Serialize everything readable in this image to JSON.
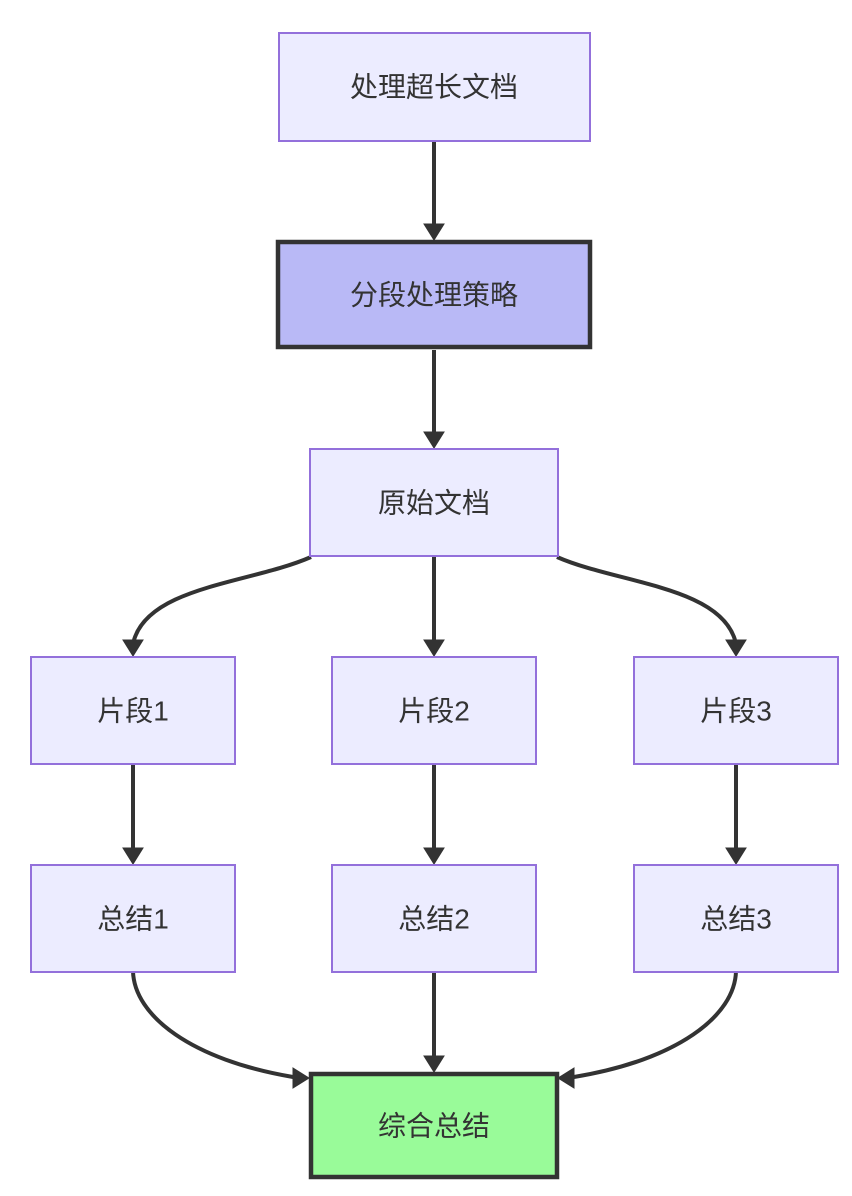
{
  "diagram": {
    "type": "flowchart",
    "direction": "top-down",
    "nodes": {
      "process": {
        "id": "process",
        "label": "处理超长文档",
        "style": "default"
      },
      "strategy": {
        "id": "strategy",
        "label": "分段处理策略",
        "style": "highlight"
      },
      "original": {
        "id": "original",
        "label": "原始文档",
        "style": "default"
      },
      "chunk1": {
        "id": "chunk1",
        "label": "片段1",
        "style": "default"
      },
      "chunk2": {
        "id": "chunk2",
        "label": "片段2",
        "style": "default"
      },
      "chunk3": {
        "id": "chunk3",
        "label": "片段3",
        "style": "default"
      },
      "summary1": {
        "id": "summary1",
        "label": "总结1",
        "style": "default"
      },
      "summary2": {
        "id": "summary2",
        "label": "总结2",
        "style": "default"
      },
      "summary3": {
        "id": "summary3",
        "label": "总结3",
        "style": "default"
      },
      "final": {
        "id": "final",
        "label": "综合总结",
        "style": "success"
      }
    },
    "edges": [
      {
        "from": "process",
        "to": "strategy"
      },
      {
        "from": "strategy",
        "to": "original"
      },
      {
        "from": "original",
        "to": "chunk1"
      },
      {
        "from": "original",
        "to": "chunk2"
      },
      {
        "from": "original",
        "to": "chunk3"
      },
      {
        "from": "chunk1",
        "to": "summary1"
      },
      {
        "from": "chunk2",
        "to": "summary2"
      },
      {
        "from": "chunk3",
        "to": "summary3"
      },
      {
        "from": "summary1",
        "to": "final"
      },
      {
        "from": "summary2",
        "to": "final"
      },
      {
        "from": "summary3",
        "to": "final"
      }
    ]
  },
  "colors": {
    "background": "#ffffff",
    "node_fill": "#ECECFF",
    "node_border": "#9370DB",
    "highlight_fill": "#B9B9F6",
    "success_fill": "#99FB99",
    "emphasis_border": "#333333",
    "edge": "#333333",
    "text": "#333333"
  }
}
